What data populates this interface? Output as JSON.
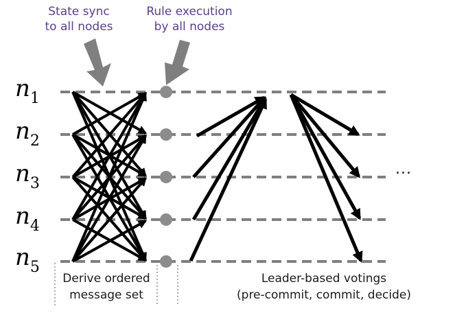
{
  "labels": {
    "state_sync": "State sync\nto all nodes",
    "rule_execution": "Rule execution\nby all nodes",
    "derive": "Derive ordered\nmessage set",
    "leader_votings": "Leader-based votings\n(pre-commit, commit, decide)",
    "ellipsis": "..."
  },
  "nodes": [
    {
      "base": "n",
      "sub": "1"
    },
    {
      "base": "n",
      "sub": "2"
    },
    {
      "base": "n",
      "sub": "3"
    },
    {
      "base": "n",
      "sub": "4"
    },
    {
      "base": "n",
      "sub": "5"
    }
  ],
  "colors": {
    "line": "#7f7f7f",
    "arrow": "#000000",
    "dot": "#8c8c8c",
    "label_purple": "#5b3f8c",
    "dotted": "#aaaaaa"
  }
}
